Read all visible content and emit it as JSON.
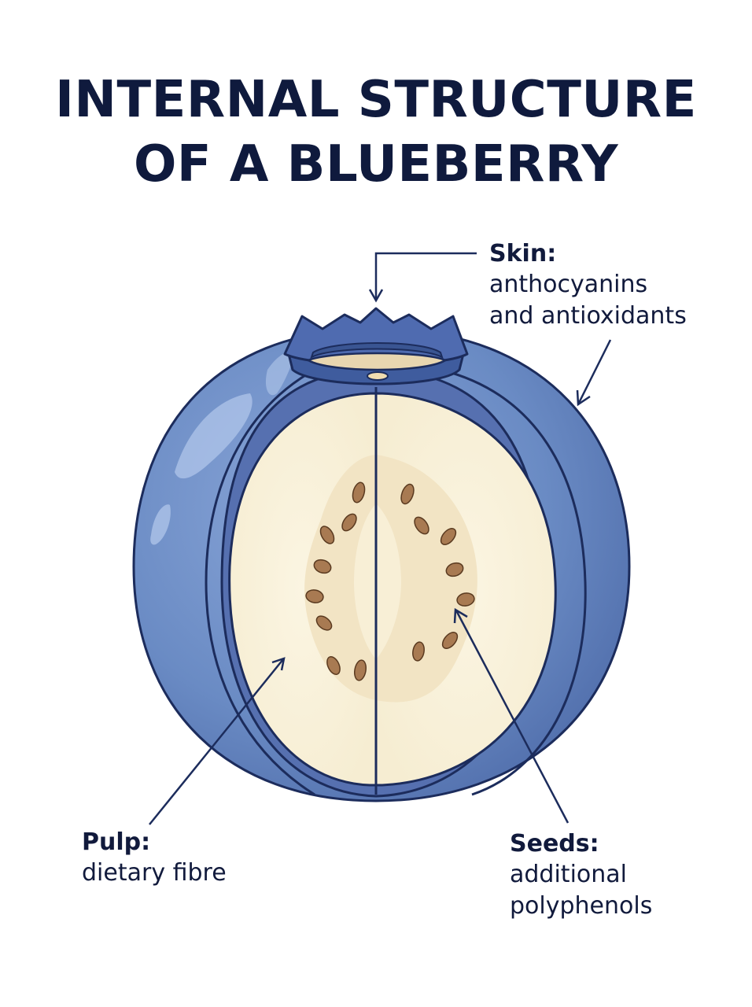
{
  "title": {
    "line1": "INTERNAL STRUCTURE",
    "line2": "OF A BLUEBERRY"
  },
  "labels": {
    "skin": {
      "head": "Skin:",
      "body": "anthocyanins\nand antioxidants"
    },
    "pulp": {
      "head": "Pulp:",
      "body": "dietary fibre"
    },
    "seeds": {
      "head": "Seeds:",
      "body": "additional\npolyphenols"
    }
  },
  "colors": {
    "skin_blue": "#6a8bc4",
    "skin_dark": "#1c2c5c",
    "pulp_cream": "#f8f0d8",
    "core_cream": "#f0e0bd",
    "seed_brown": "#a87a52"
  }
}
